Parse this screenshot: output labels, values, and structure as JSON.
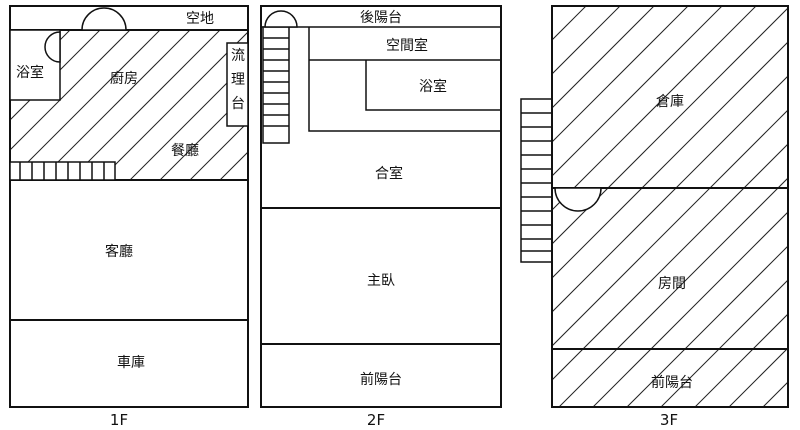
{
  "floors": [
    {
      "label": "1F",
      "rooms": {
        "open_space": "空地",
        "bathroom": "浴室",
        "kitchen": "廚房",
        "sink_1": "流",
        "sink_2": "理",
        "sink_3": "台",
        "dining": "餐廳",
        "living": "客廳",
        "garage": "車庫"
      }
    },
    {
      "label": "2F",
      "rooms": {
        "rear_balcony": "後陽台",
        "spare_room": "空間室",
        "bathroom": "浴室",
        "combined_room": "合室",
        "master_bedroom": "主臥",
        "front_balcony": "前陽台"
      }
    },
    {
      "label": "3F",
      "rooms": {
        "storage": "倉庫",
        "bedroom": "房間",
        "front_balcony": "前陽台"
      }
    }
  ],
  "colors": {
    "line": "#111111",
    "hatch": "#222222",
    "background": "#ffffff"
  }
}
